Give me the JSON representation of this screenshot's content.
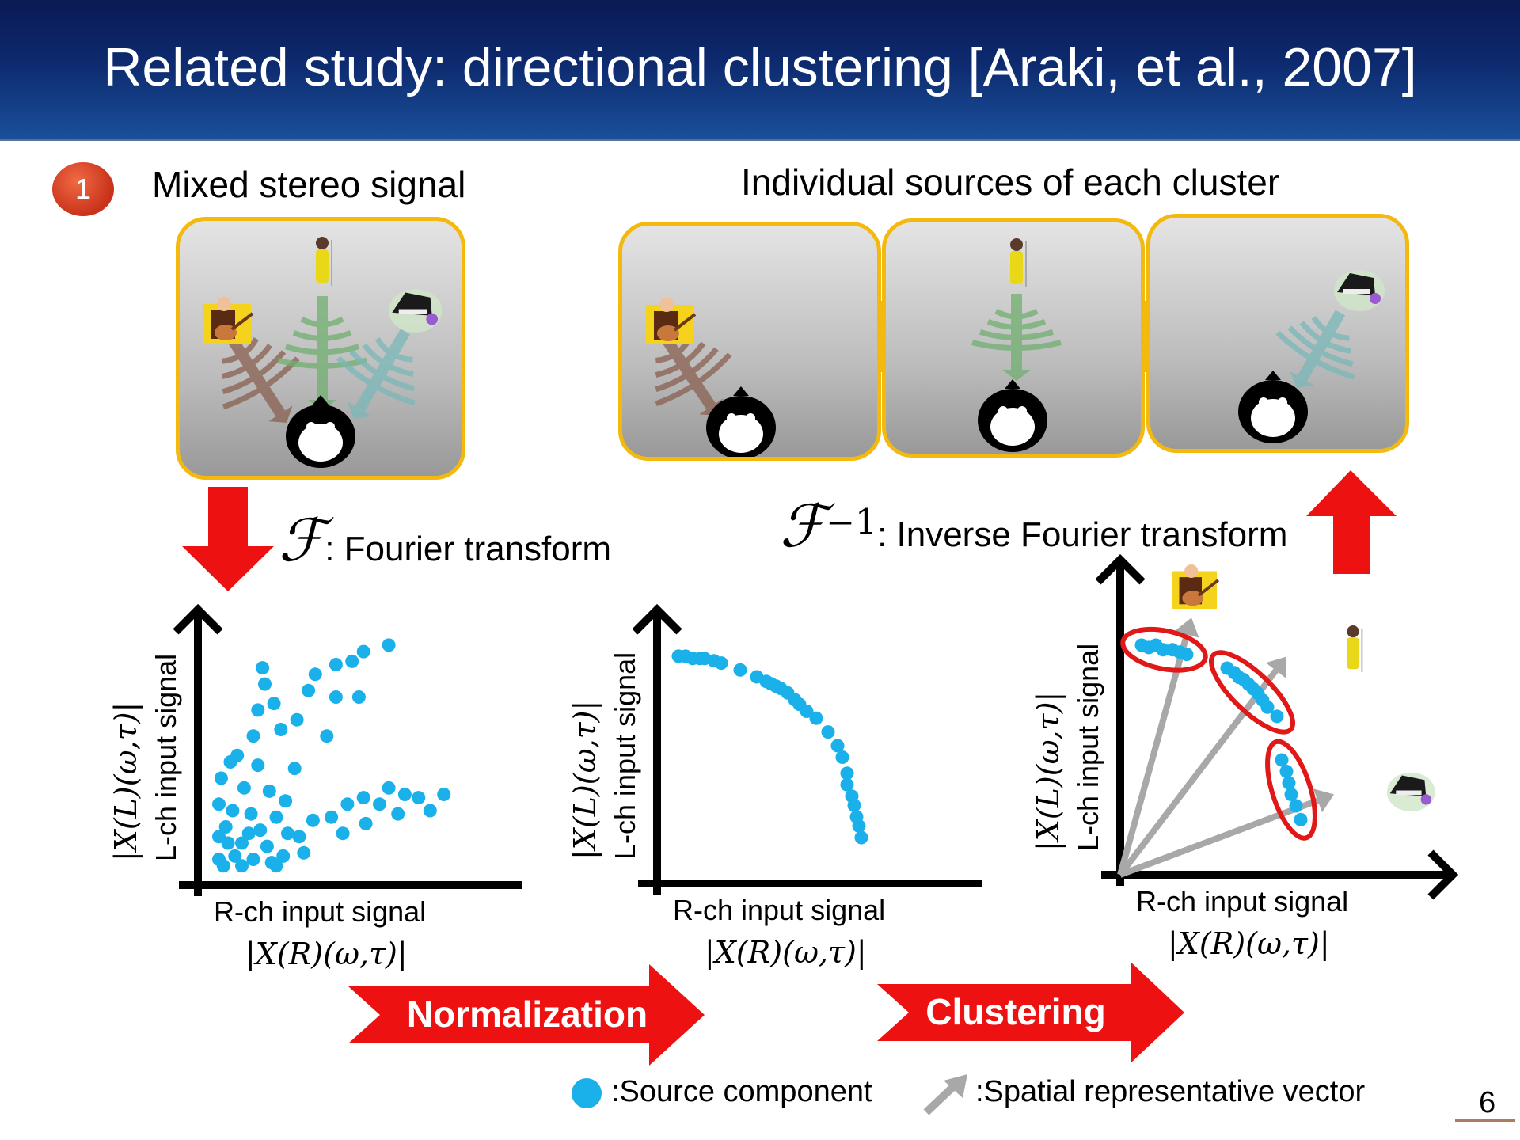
{
  "slide": {
    "title": "Related study: directional clustering [Araki, et al., 2007]",
    "step_number": "1",
    "mixed_label": "Mixed stereo signal",
    "individual_label": "Individual sources of each cluster",
    "fourier": {
      "symbol": "ℱ",
      "text": ": Fourier transform"
    },
    "inverse_fourier": {
      "symbol": "ℱ",
      "superscript": "−1",
      "text": ": Inverse Fourier transform"
    },
    "normalization_label": "Normalization",
    "clustering_label": "Clustering",
    "legend": {
      "source_component": ":Source component",
      "spatial_vector": ":Spatial representative vector"
    },
    "page_number": "6"
  },
  "scenes": {
    "mixed": {
      "sources": [
        "guitar",
        "singer",
        "piano"
      ]
    },
    "individual": [
      {
        "source": "guitar"
      },
      {
        "source": "singer"
      },
      {
        "source": "piano"
      }
    ]
  },
  "axis_text": {
    "ylabel_line1": "|X(L)(ω,τ)|",
    "ylabel_line2": "L-ch input signal",
    "xlabel_line1": "R-ch input signal",
    "xlabel_line2": "|X(R)(ω,τ)|"
  },
  "colors": {
    "dot": "#1ab0ea",
    "arrow_red": "#ee1111",
    "frame_gold": "#f3b90f",
    "header_blue": "#0d2a6e",
    "vector_gray": "#a8a8a8",
    "cluster_ellipse": "#e01818"
  },
  "chart_data": [
    {
      "type": "scatter",
      "name": "raw",
      "xlabel": "R-ch input signal |X(R)(ω,τ)|",
      "ylabel": "|X(L)(ω,τ)| L-ch input signal",
      "points": [
        [
          0.5,
          0.5
        ],
        [
          0.7,
          0.3
        ],
        [
          0.5,
          1.2
        ],
        [
          1.2,
          0.6
        ],
        [
          0.8,
          1.5
        ],
        [
          1.5,
          1.0
        ],
        [
          2.0,
          0.5
        ],
        [
          0.5,
          2.2
        ],
        [
          1.1,
          2.0
        ],
        [
          2.3,
          1.4
        ],
        [
          2.8,
          0.4
        ],
        [
          0.6,
          3.0
        ],
        [
          1.6,
          2.7
        ],
        [
          3.0,
          1.8
        ],
        [
          3.3,
          0.6
        ],
        [
          2.2,
          3.4
        ],
        [
          3.4,
          2.3
        ],
        [
          1.3,
          3.7
        ],
        [
          4.0,
          1.2
        ],
        [
          2.6,
          0.9
        ],
        [
          1.9,
          1.9
        ],
        [
          3.8,
          3.3
        ],
        [
          2.0,
          4.3
        ],
        [
          2.2,
          5.1
        ],
        [
          2.5,
          5.9
        ],
        [
          2.4,
          6.4
        ],
        [
          2.9,
          5.3
        ],
        [
          3.2,
          4.5
        ],
        [
          3.9,
          4.8
        ],
        [
          4.4,
          5.7
        ],
        [
          4.7,
          6.2
        ],
        [
          5.6,
          6.5
        ],
        [
          5.2,
          4.3
        ],
        [
          5.6,
          5.5
        ],
        [
          6.3,
          6.6
        ],
        [
          6.8,
          6.9
        ],
        [
          6.6,
          5.5
        ],
        [
          7.9,
          7.1
        ],
        [
          2.7,
          2.6
        ],
        [
          3.5,
          1.3
        ],
        [
          4.6,
          1.7
        ],
        [
          5.4,
          1.8
        ],
        [
          6.1,
          2.2
        ],
        [
          6.8,
          2.4
        ],
        [
          7.5,
          2.2
        ],
        [
          7.9,
          2.7
        ],
        [
          8.6,
          2.5
        ],
        [
          9.2,
          2.4
        ],
        [
          9.7,
          2.0
        ],
        [
          10.3,
          2.5
        ],
        [
          8.3,
          1.9
        ],
        [
          6.9,
          1.6
        ],
        [
          5.9,
          1.3
        ],
        [
          4.2,
          0.7
        ],
        [
          3.0,
          0.3
        ],
        [
          1.5,
          0.3
        ],
        [
          1.0,
          3.5
        ],
        [
          0.9,
          1.0
        ],
        [
          1.8,
          1.3
        ]
      ]
    },
    {
      "type": "scatter",
      "name": "normalized",
      "xlabel": "R-ch input signal |X(R)(ω,τ)|",
      "ylabel": "|X(L)(ω,τ)| L-ch input signal",
      "points": [
        [
          0.09,
          0.99
        ],
        [
          0.12,
          0.99
        ],
        [
          0.15,
          0.98
        ],
        [
          0.18,
          0.98
        ],
        [
          0.2,
          0.98
        ],
        [
          0.24,
          0.97
        ],
        [
          0.27,
          0.96
        ],
        [
          0.35,
          0.93
        ],
        [
          0.42,
          0.9
        ],
        [
          0.46,
          0.88
        ],
        [
          0.48,
          0.87
        ],
        [
          0.5,
          0.86
        ],
        [
          0.52,
          0.85
        ],
        [
          0.55,
          0.83
        ],
        [
          0.58,
          0.8
        ],
        [
          0.6,
          0.78
        ],
        [
          0.63,
          0.75
        ],
        [
          0.67,
          0.72
        ],
        [
          0.72,
          0.66
        ],
        [
          0.76,
          0.6
        ],
        [
          0.78,
          0.55
        ],
        [
          0.8,
          0.48
        ],
        [
          0.8,
          0.43
        ],
        [
          0.82,
          0.38
        ],
        [
          0.83,
          0.34
        ],
        [
          0.84,
          0.29
        ],
        [
          0.85,
          0.25
        ],
        [
          0.86,
          0.2
        ]
      ]
    },
    {
      "type": "scatter",
      "name": "clustered",
      "xlabel": "R-ch input signal |X(R)(ω,τ)|",
      "ylabel": "|X(L)(ω,τ)| L-ch input signal",
      "points": [
        [
          0.09,
          1.0
        ],
        [
          0.12,
          0.99
        ],
        [
          0.15,
          1.0
        ],
        [
          0.18,
          0.98
        ],
        [
          0.22,
          0.98
        ],
        [
          0.25,
          0.97
        ],
        [
          0.28,
          0.96
        ],
        [
          0.45,
          0.9
        ],
        [
          0.48,
          0.88
        ],
        [
          0.5,
          0.86
        ],
        [
          0.52,
          0.85
        ],
        [
          0.54,
          0.83
        ],
        [
          0.56,
          0.81
        ],
        [
          0.58,
          0.79
        ],
        [
          0.6,
          0.76
        ],
        [
          0.62,
          0.73
        ],
        [
          0.66,
          0.69
        ],
        [
          0.68,
          0.5
        ],
        [
          0.7,
          0.45
        ],
        [
          0.71,
          0.4
        ],
        [
          0.72,
          0.35
        ],
        [
          0.74,
          0.3
        ],
        [
          0.76,
          0.24
        ]
      ],
      "clusters": [
        "guitar",
        "singer",
        "piano"
      ],
      "spatial_vectors": [
        [
          0.3,
          1.12
        ],
        [
          0.7,
          0.95
        ],
        [
          0.9,
          0.35
        ]
      ]
    }
  ]
}
